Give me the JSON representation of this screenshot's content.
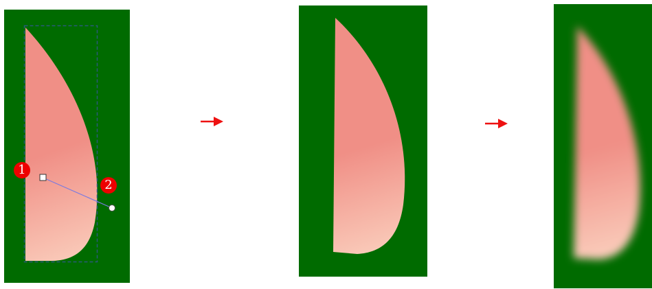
{
  "colors": {
    "background": "#006b00",
    "petal_light": "#fbd2c0",
    "petal_mid": "#f08f86",
    "arrow": "#ee1111",
    "marker": "#ee0000",
    "selection_dash": "#2a5a7a",
    "gradient_handle_line": "#7a7ae0"
  },
  "steps": [
    {
      "state": "gradient-editing"
    },
    {
      "state": "gradient-applied"
    },
    {
      "state": "blurred"
    }
  ],
  "markers": [
    {
      "label": "1"
    },
    {
      "label": "2"
    }
  ],
  "arrows": [
    {
      "icon": "right-arrow-icon"
    },
    {
      "icon": "right-arrow-icon"
    }
  ]
}
